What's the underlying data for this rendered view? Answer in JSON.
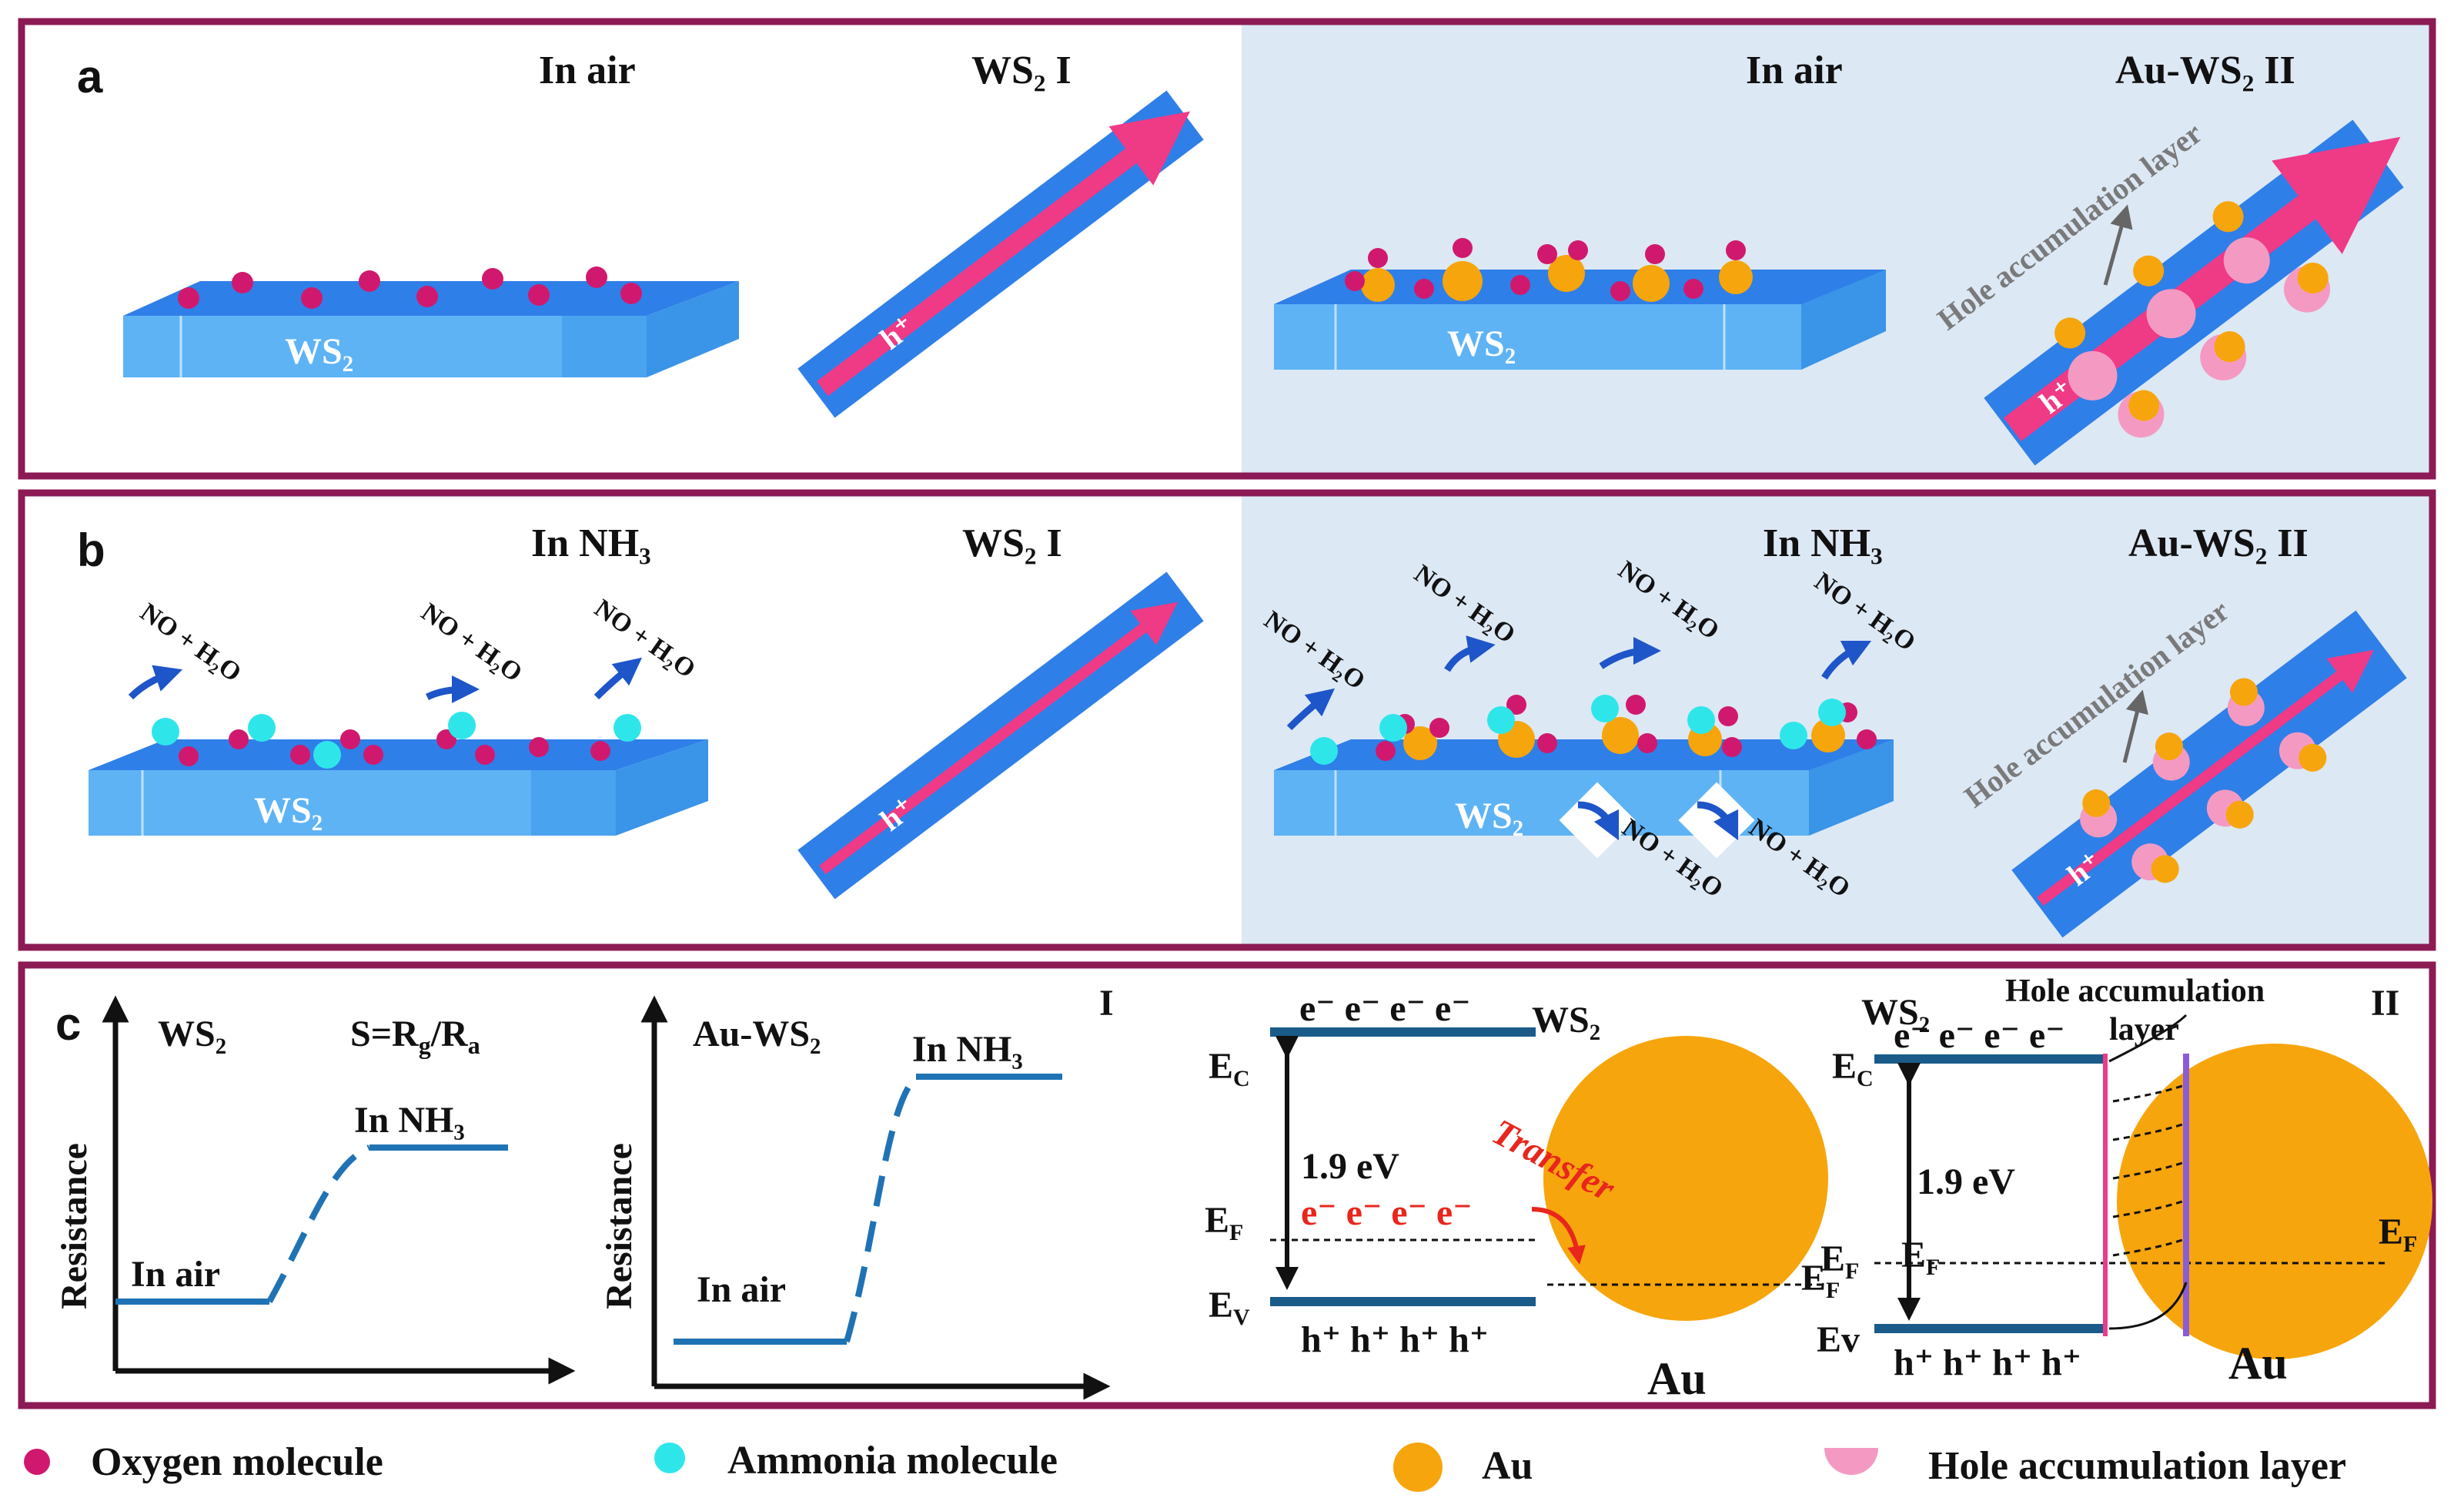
{
  "colors": {
    "frame": "#8b1a55",
    "panel_bg": "#dce8f4",
    "ws2_top": "#2f7fe8",
    "ws2_side": "#5eb3f5",
    "oxygen": "#d0196e",
    "ammonia": "#2ee6ea",
    "au": "#f7a50c",
    "hole_layer": "#f49ac2",
    "pink_arrow": "#ef3a86",
    "band_line": "#1a5b8a",
    "curve_line": "#1f73b4",
    "transfer": "#e8261c"
  },
  "panel_a": {
    "tag": "a",
    "left_title": "In  air",
    "mid_title": "WS₂   I",
    "right_title": "In  air",
    "far_title": "Au-WS₂ II",
    "slab_label": "WS₂",
    "carrier": "h⁺",
    "hole_layer_label": "Hole accumulation layer"
  },
  "panel_b": {
    "tag": "b",
    "left_title": "In NH₃",
    "mid_title": "WS₂    I",
    "right_title": "In NH₃",
    "far_title": "Au-WS₂   II",
    "slab_label": "WS₂",
    "carrier": "h⁺",
    "hole_layer_label": "Hole accumulation layer",
    "gas_product": "NO + H₂O"
  },
  "panel_c": {
    "tag": "c",
    "g1_title": "WS₂",
    "g1_formula": "S=Rg/Ra",
    "g1_formula_main": "S=R",
    "g1_formula_sub1": "g",
    "g1_formula_slash": "/R",
    "g1_formula_sub2": "a",
    "g1_high": "In NH₃",
    "g1_low": "In air",
    "g2_title": "Au-WS₂",
    "g2_mark": "I",
    "g2_high": "In NH₃",
    "g2_low": "In air",
    "ylabel": "Resistance",
    "band1": {
      "ec": "E",
      "ec_sub": "C",
      "ef": "E",
      "ef_sub": "F",
      "ev": "E",
      "ev_sub": "V",
      "ef2": "E",
      "ef2_sub": "F",
      "electrons": "e⁻  e⁻   e⁻  e⁻",
      "holes": "h⁺  h⁺  h⁺   h⁺",
      "gap": "1.9 eV",
      "moving": "e⁻  e⁻ e⁻ e⁻",
      "transfer": "Transfer",
      "material": "WS₂",
      "metal": "Au"
    },
    "band2": {
      "material": "WS₂",
      "hole_layer": "Hole accumulation",
      "hole_layer2": "layer",
      "mark": "II",
      "electrons": "e⁻ e⁻  e⁻  e⁻",
      "holes": "h⁺ h⁺ h⁺ h⁺",
      "ec": "E",
      "ec_sub": "C",
      "ev": "Ev",
      "ef": "E",
      "ef_sub": "F",
      "ef2": "E",
      "ef2_sub": "F",
      "ef3": "E",
      "ef3_sub": "F",
      "gap": "1.9 eV",
      "metal": "Au"
    }
  },
  "legend": [
    {
      "icon": "oxygen",
      "label": "Oxygen molecule"
    },
    {
      "icon": "ammonia",
      "label": "Ammonia molecule"
    },
    {
      "icon": "au",
      "label": "Au"
    },
    {
      "icon": "hole-layer",
      "label": "Hole accumulation layer"
    }
  ]
}
